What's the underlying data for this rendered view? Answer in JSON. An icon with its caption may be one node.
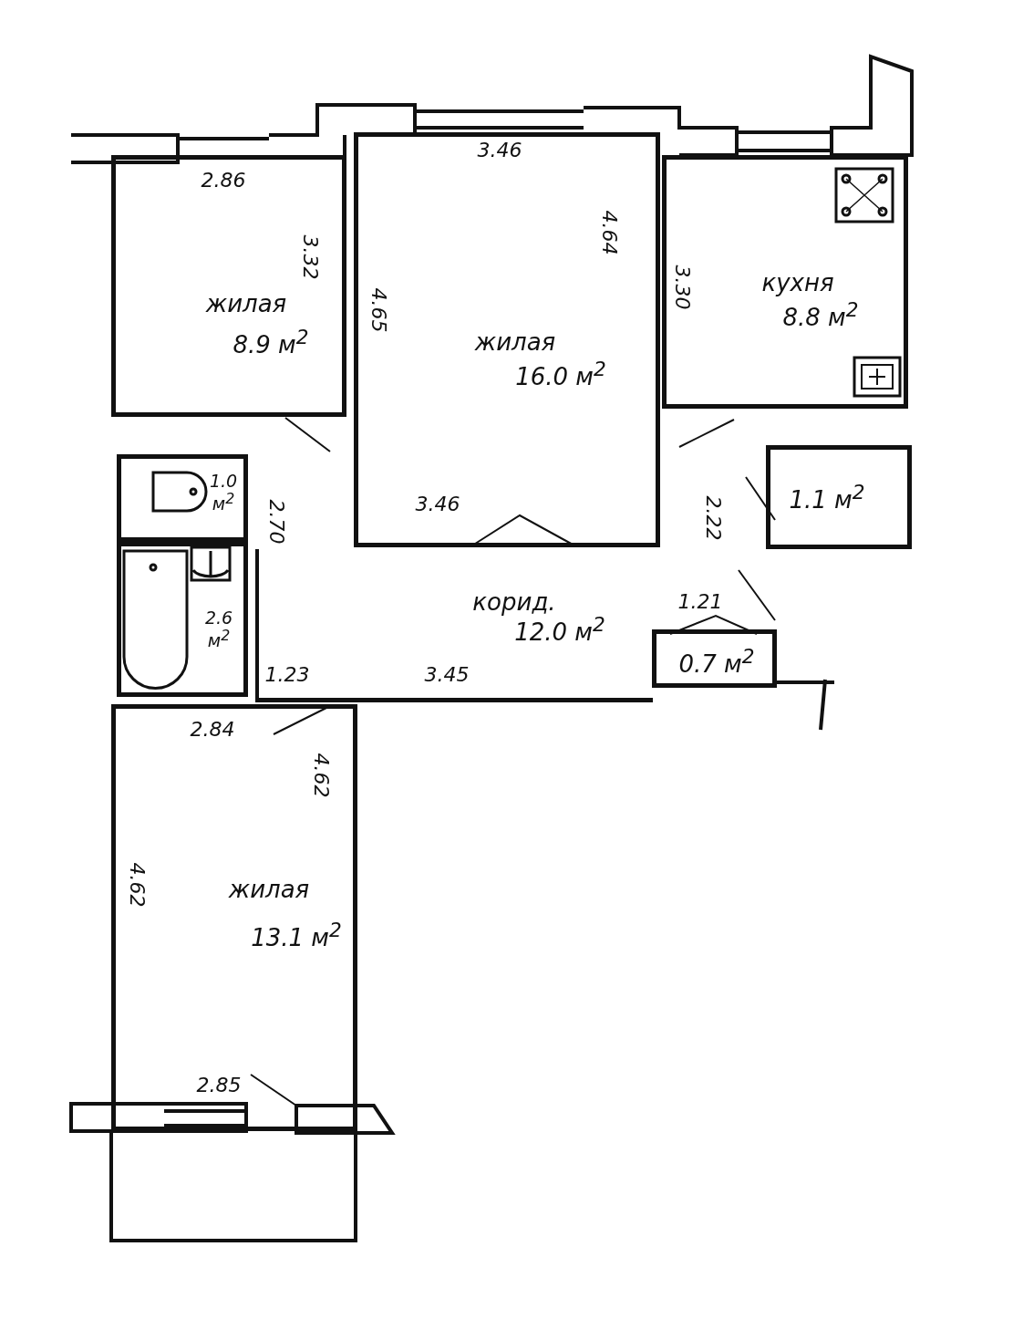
{
  "diagram": {
    "nodes": [
      {
        "text": [
          "жилая",
          "8.9 м$^{2}$"
        ]
      },
      {
        "text": [
          "жилая",
          "16.0 м$^{2}$"
        ]
      },
      {
        "text": [
          "кухня",
          "8.8 м$^{2}$"
        ]
      },
      {
        "text": [
          "1.0 м$^{2}$"
        ]
      },
      {
        "text": [
          "1.1 м$^{2}$"
        ]
      },
      {
        "text": [
          "2.6 м$^{2}$"
        ]
      },
      {
        "text": [
          "корид.",
          "12.0 м$^{2}$"
        ]
      },
      {
        "text": [
          "0.7 м$^{2}$"
        ]
      },
      {
        "text": [
          "жилая",
          "13.1 м$^{2}$"
        ]
      }
    ],
    "edges": [],
    "labels": [
      "2.86",
      "3.46",
      "3.32",
      "4.64",
      "4.65",
      "3.30",
      "3.46",
      "2.70",
      "2.22",
      "1.21",
      "1.23",
      "3.45",
      "2.84",
      "4.62",
      "4.62",
      "2.85"
    ]
  }
}
